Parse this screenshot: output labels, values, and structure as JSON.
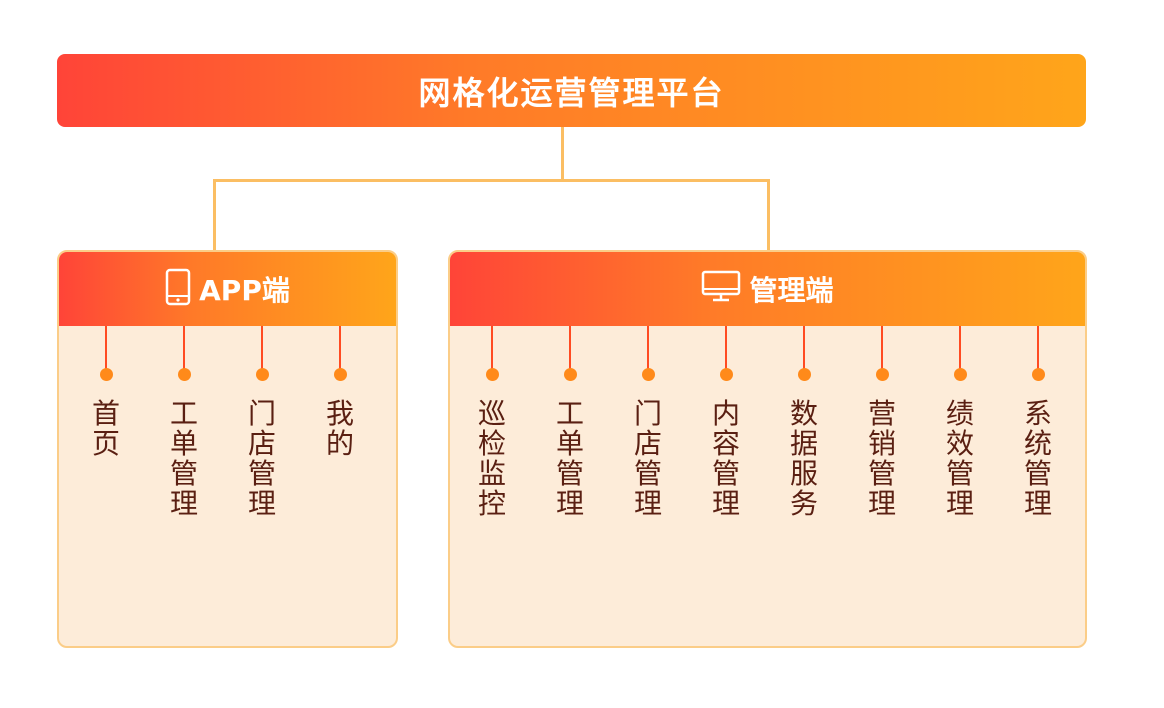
{
  "top": {
    "title": "网格化运营管理平台"
  },
  "app": {
    "title": "APP端",
    "icon": "tablet-icon",
    "items": [
      "首页",
      "工单管理",
      "门店管理",
      "我的"
    ]
  },
  "admin": {
    "title": "管理端",
    "icon": "monitor-icon",
    "items": [
      "巡检监控",
      "工单管理",
      "门店管理",
      "内容管理",
      "数据服务",
      "营销管理",
      "绩效管理",
      "系统管理"
    ]
  },
  "colors": {
    "gradient_start": "#ff4438",
    "gradient_end": "#ffa51a",
    "panel_bg": "#fdecd9",
    "connector": "#fbbe63",
    "label_text": "#5a1f12"
  }
}
